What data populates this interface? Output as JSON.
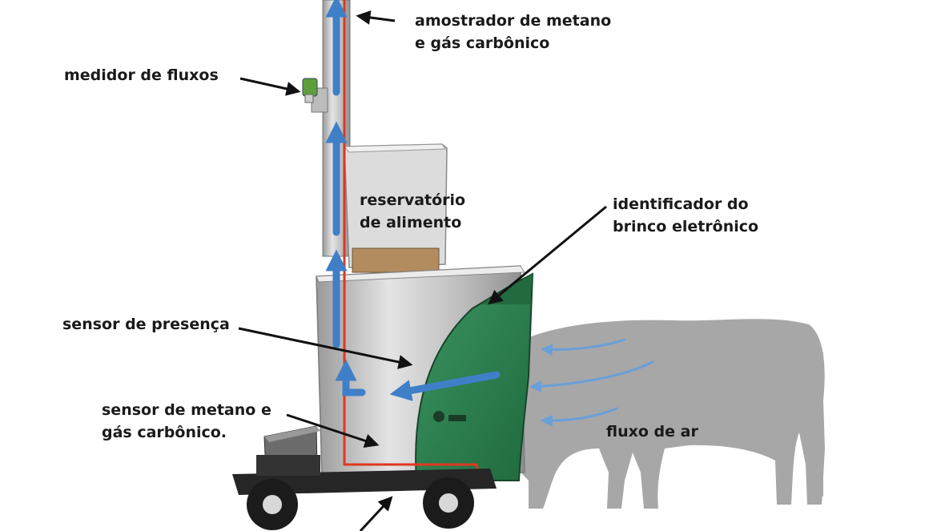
{
  "colors": {
    "background": "#ffffff",
    "cow_silhouette": "#a7a7a7",
    "feeder_green": "#2d7f4e",
    "blue_duct": "#3f7fc8",
    "red_line": "#e0371f",
    "steel": "#c9c9c9",
    "frame": "#1e1e1e",
    "airflow_arrow": "#6a9fd8",
    "text": "#1a1a1a"
  },
  "labels": {
    "sampler": {
      "line1": "amostrador de metano",
      "line2": "e gás carbônico"
    },
    "flow_meter": {
      "line1": "medidor de fluxos"
    },
    "food_reservoir": {
      "line1": "reservatório",
      "line2": "de alimento"
    },
    "ear_tag_reader": {
      "line1": "identificador do",
      "line2": "brinco eletrônico"
    },
    "presence_sensor": {
      "line1": "sensor de presença"
    },
    "gas_sensor": {
      "line1": "sensor de metano e",
      "line2": "gás carbônico."
    },
    "airflow": {
      "line1": "fluxo de ar"
    }
  }
}
